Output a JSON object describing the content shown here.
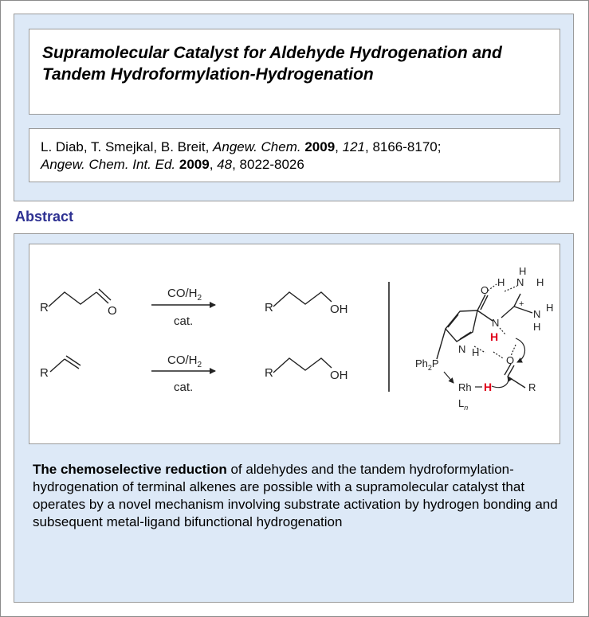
{
  "article": {
    "title": "Supramolecular Catalyst for Aldehyde Hydrogenation and Tandem Hydroformylation-Hydrogenation",
    "citation": {
      "authors": "L. Diab, T. Smejkal, B. Breit, ",
      "journal1": "Angew. Chem.",
      "year1": "2009",
      "sep1": ", ",
      "volume1": "121",
      "pages1": ", 8166-8170;",
      "journal2": "Angew. Chem. Int. Ed.",
      "year2": "2009",
      "sep2": ", ",
      "volume2": "48",
      "pages2": ", 8022-8026"
    }
  },
  "abstract": {
    "heading": "Abstract",
    "lead": "The chemoselective reduction",
    "body": " of aldehydes and the tandem hydroformylation-hydrogenation of terminal alkenes are possible with a supramolecular catalyst that operates by a novel mechanism involving substrate activation by hydrogen bonding and subsequent metal-ligand bifunctional hydrogenation"
  },
  "scheme": {
    "reaction1": {
      "reagent": "CO/H",
      "reagent_sub": "2",
      "catalyst": "cat.",
      "substituent": "R",
      "reactant_atom": "O",
      "product_group": "OH"
    },
    "reaction2": {
      "reagent": "CO/H",
      "reagent_sub": "2",
      "catalyst": "cat.",
      "substituent": "R",
      "product_group": "OH"
    },
    "mechanism": {
      "o1": "O",
      "h1": "H",
      "n1": "N",
      "h2": "H",
      "n2": "N",
      "h3": "H",
      "n3": "N",
      "h4": "H",
      "h5": "H",
      "plus": "+",
      "h_active1": "H",
      "n_pyrrole": "N",
      "h_pyrrole": "H",
      "ph": "Ph",
      "ph_sub": "2",
      "p": "P",
      "o2": "O",
      "r": "R",
      "rh": "Rh",
      "h_rh": "H",
      "l": "L",
      "l_sub": "n",
      "accent": "#e0001a"
    }
  }
}
